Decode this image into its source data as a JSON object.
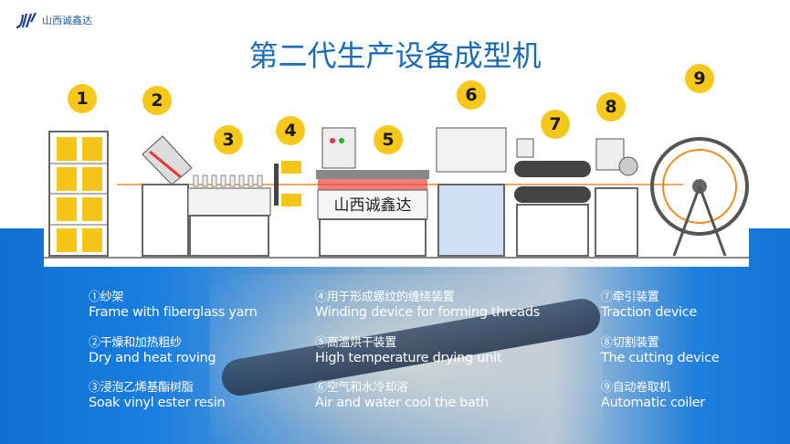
{
  "logo": {
    "text": "山西诚鑫达"
  },
  "title": "第二代生产设备成型机",
  "diagram": {
    "machine_label": "山西诚鑫达",
    "steps": [
      "1",
      "2",
      "3",
      "4",
      "5",
      "6",
      "7",
      "8",
      "9"
    ]
  },
  "captions": [
    {
      "cn": "①纱架",
      "en": "Frame with fiberglass yarn"
    },
    {
      "cn": "②干燥和加热粗纱",
      "en": "Dry and heat roving"
    },
    {
      "cn": "③浸泡乙烯基酯树脂",
      "en": "Soak vinyl ester resin"
    },
    {
      "cn": "④用于形成螺纹的缠绕装置",
      "en": "Winding device for forming threads"
    },
    {
      "cn": "⑤高温烘干装置",
      "en": "High temperature drying unit"
    },
    {
      "cn": "⑥空气和水冷却浴",
      "en": "Air and water cool the bath"
    },
    {
      "cn": "⑦牵引装置",
      "en": "Traction device"
    },
    {
      "cn": "⑧切割装置",
      "en": "The cutting device"
    },
    {
      "cn": "⑨自动卷取机",
      "en": "Automatic coiler"
    }
  ],
  "colors": {
    "accent": "#1a6bb8",
    "badge": "#f7c81c",
    "band": "#1a7fe0"
  }
}
